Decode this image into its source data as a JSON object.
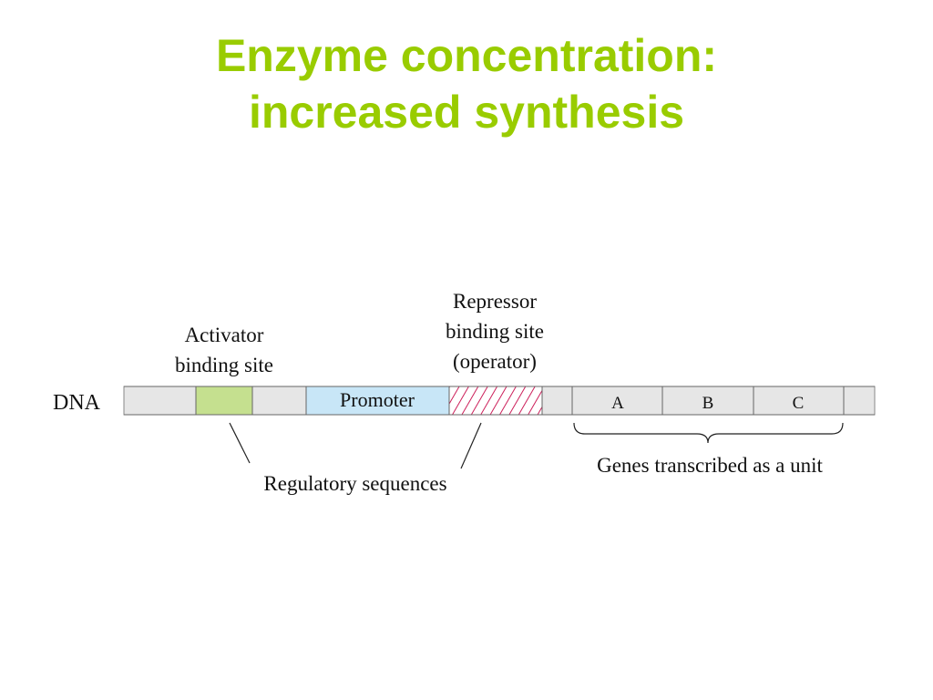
{
  "slide": {
    "title_line1": "Enzyme concentration:",
    "title_line2": "increased synthesis"
  },
  "diagram": {
    "dna_label": "DNA",
    "activator_label_line1": "Activator",
    "activator_label_line2": "binding site",
    "repressor_label_line1": "Repressor",
    "repressor_label_line2": "binding site",
    "repressor_label_line3": "(operator)",
    "promoter_label": "Promoter",
    "gene_a": "A",
    "gene_b": "B",
    "gene_c": "C",
    "regulatory_label": "Regulatory sequences",
    "genes_label": "Genes transcribed as a unit",
    "colors": {
      "title": "#99cc00",
      "dna_strip": "#e6e6e6",
      "activator": "#c5e08f",
      "promoter": "#c8e6f7",
      "operator_hatch": "#cc1f5a"
    }
  }
}
